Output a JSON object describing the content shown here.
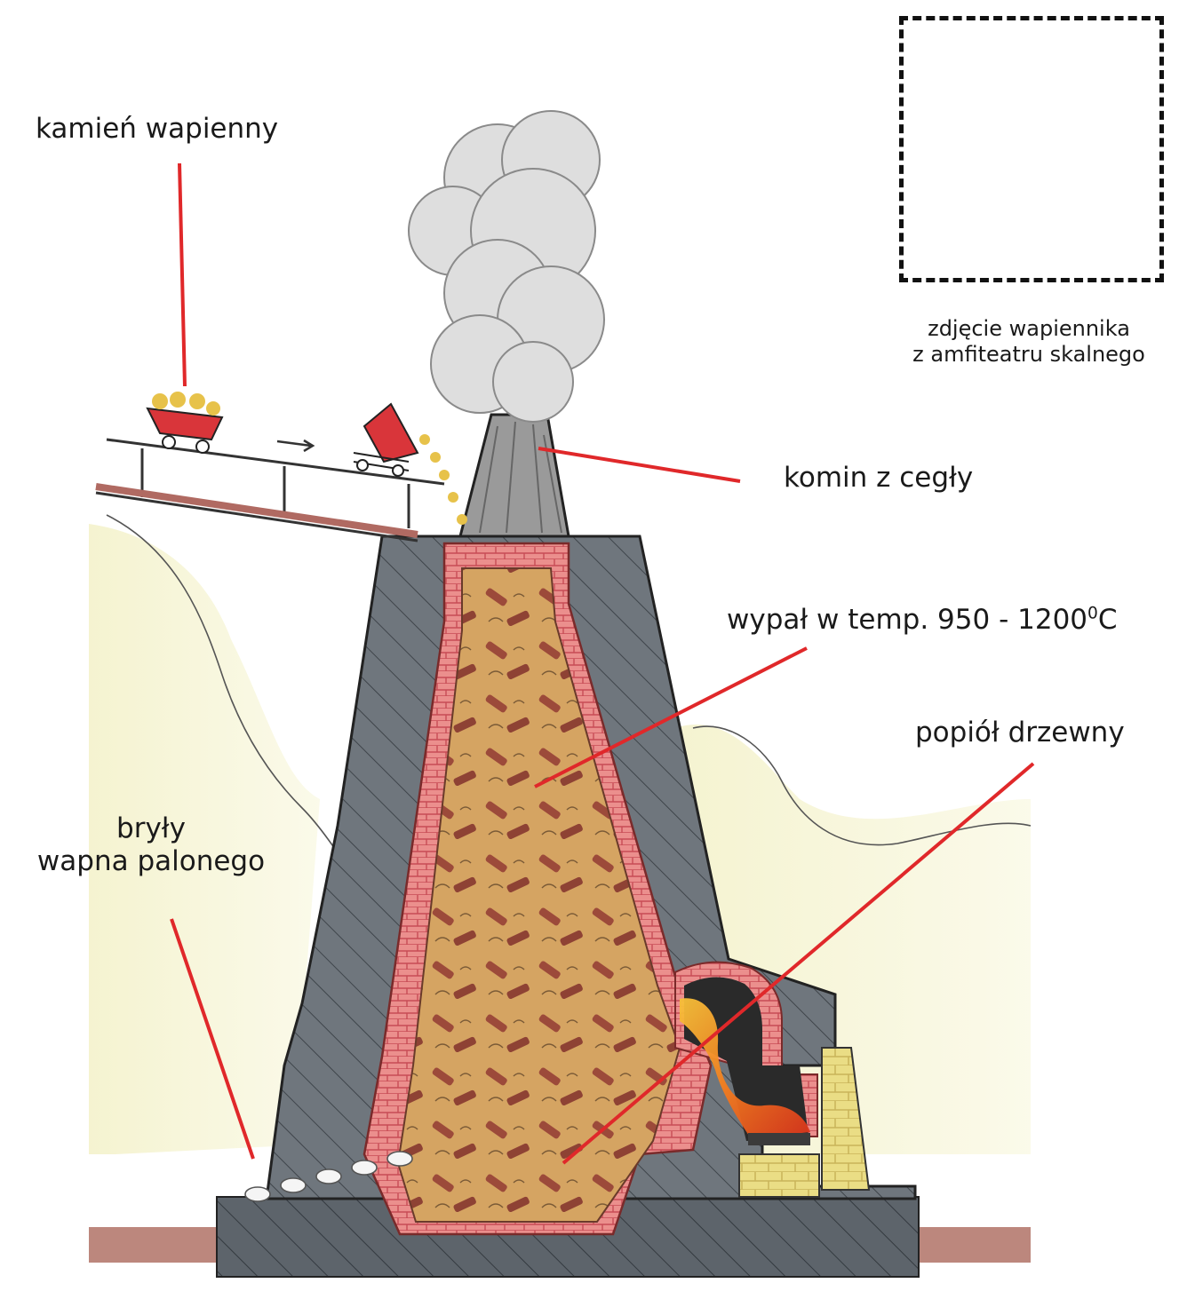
{
  "labels": {
    "limestone": "kamień wapienny",
    "chimney": "komin z cegły",
    "firing": "wypał w temp. 950 - 1200",
    "firing_sup": "0",
    "firing_unit": "C",
    "ash": "popiół drzewny",
    "lumps_line1": "bryły",
    "lumps_line2": "wapna palonego"
  },
  "photo_placeholder": {
    "caption_line1": "zdjęcie wapiennika",
    "caption_line2": "z amfiteatru skalnego"
  },
  "colors": {
    "leader_line": "#e0282a",
    "stone": "#6f767d",
    "brick_lining": "#e8908f",
    "fuel_chamber": "#d7a463",
    "yellow_brick": "#efe08a",
    "ground": "#a86b5f",
    "smoke": "#dedede",
    "fire": "#f07a1e"
  },
  "icons": [
    "mine-cart-icon",
    "mine-cart-tipping-icon",
    "arrow-right-icon",
    "smoke-icon",
    "fire-icon"
  ]
}
